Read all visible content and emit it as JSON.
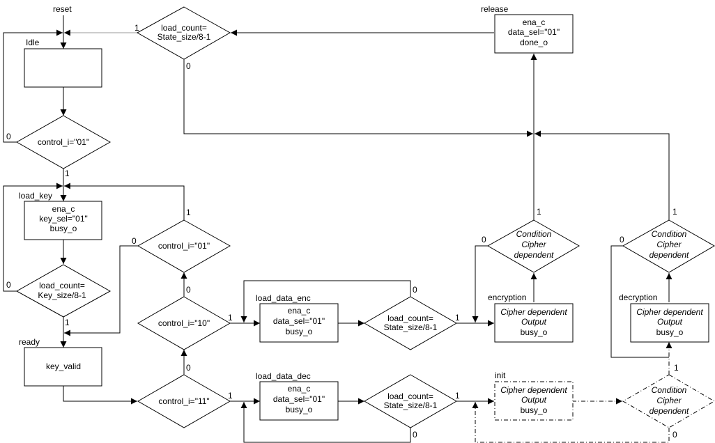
{
  "states": {
    "idle": {
      "name": "Idle"
    },
    "load_key": {
      "name": "load_key",
      "lines": [
        "ena_c",
        "key_sel=\"01\"",
        "busy_o"
      ]
    },
    "ready": {
      "name": "ready",
      "lines": [
        "key_valid"
      ]
    },
    "load_data_enc": {
      "name": "load_data_enc",
      "lines": [
        "ena_c",
        "data_sel=\"01\"",
        "busy_o"
      ]
    },
    "load_data_dec": {
      "name": "load_data_dec",
      "lines": [
        "ena_c",
        "data_sel=\"01\"",
        "busy_o"
      ]
    },
    "encryption": {
      "name": "encryption",
      "lines": [
        "Cipher dependent",
        "Output",
        "busy_o"
      ]
    },
    "decryption": {
      "name": "decryption",
      "lines": [
        "Cipher dependent",
        "Output",
        "busy_o"
      ]
    },
    "init": {
      "name": "init",
      "lines": [
        "Cipher dependent",
        "Output",
        "busy_o"
      ]
    },
    "release": {
      "name": "release",
      "lines": [
        "ena_c",
        "data_sel=\"01\"",
        "done_o"
      ]
    }
  },
  "reset_label": "reset",
  "decisions": {
    "top_load_count": [
      "load_count=",
      "State_size/8-1"
    ],
    "control_01_top": [
      "control_i=\"01\""
    ],
    "key_load_count": [
      "load_count=",
      "Key_size/8-1"
    ],
    "control_01_mid": [
      "control_i=\"01\""
    ],
    "control_10": [
      "control_i=\"10\""
    ],
    "control_11": [
      "control_i=\"11\""
    ],
    "enc_load_count": [
      "load_count=",
      "State_size/8-1"
    ],
    "dec_load_count": [
      "load_count=",
      "State_size/8-1"
    ],
    "enc_condition": [
      "Condition",
      "Cipher",
      "dependent"
    ],
    "dec_condition": [
      "Condition",
      "Cipher",
      "dependent"
    ],
    "init_condition": [
      "Condition",
      "Cipher",
      "dependent"
    ]
  },
  "branch_labels": {
    "one": "1",
    "zero": "0"
  }
}
